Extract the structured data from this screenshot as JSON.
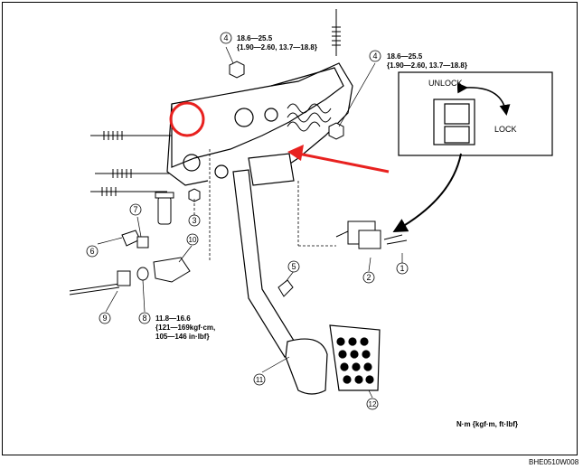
{
  "torque_specs": {
    "top_center": {
      "line1": "18.6—25.5",
      "line2": "{1.90—2.60, 13.7—18.8}"
    },
    "top_right": {
      "line1": "18.6—25.5",
      "line2": "{1.90—2.60, 13.7—18.8}"
    },
    "lower_left": {
      "line1": "11.8—16.6",
      "line2": "{121—169kgf·cm,",
      "line3": "105—146 in·lbf}"
    }
  },
  "inset": {
    "unlock_label": "UNLOCK",
    "lock_label": "LOCK"
  },
  "callouts": [
    "1",
    "2",
    "3",
    "4",
    "4",
    "5",
    "6",
    "7",
    "8",
    "9",
    "10",
    "11",
    "12"
  ],
  "units_note": "N·m  {kgf·m,  ft·lbf}",
  "figure_code": "BHE0510W008",
  "highlight_color": "#e8211f"
}
